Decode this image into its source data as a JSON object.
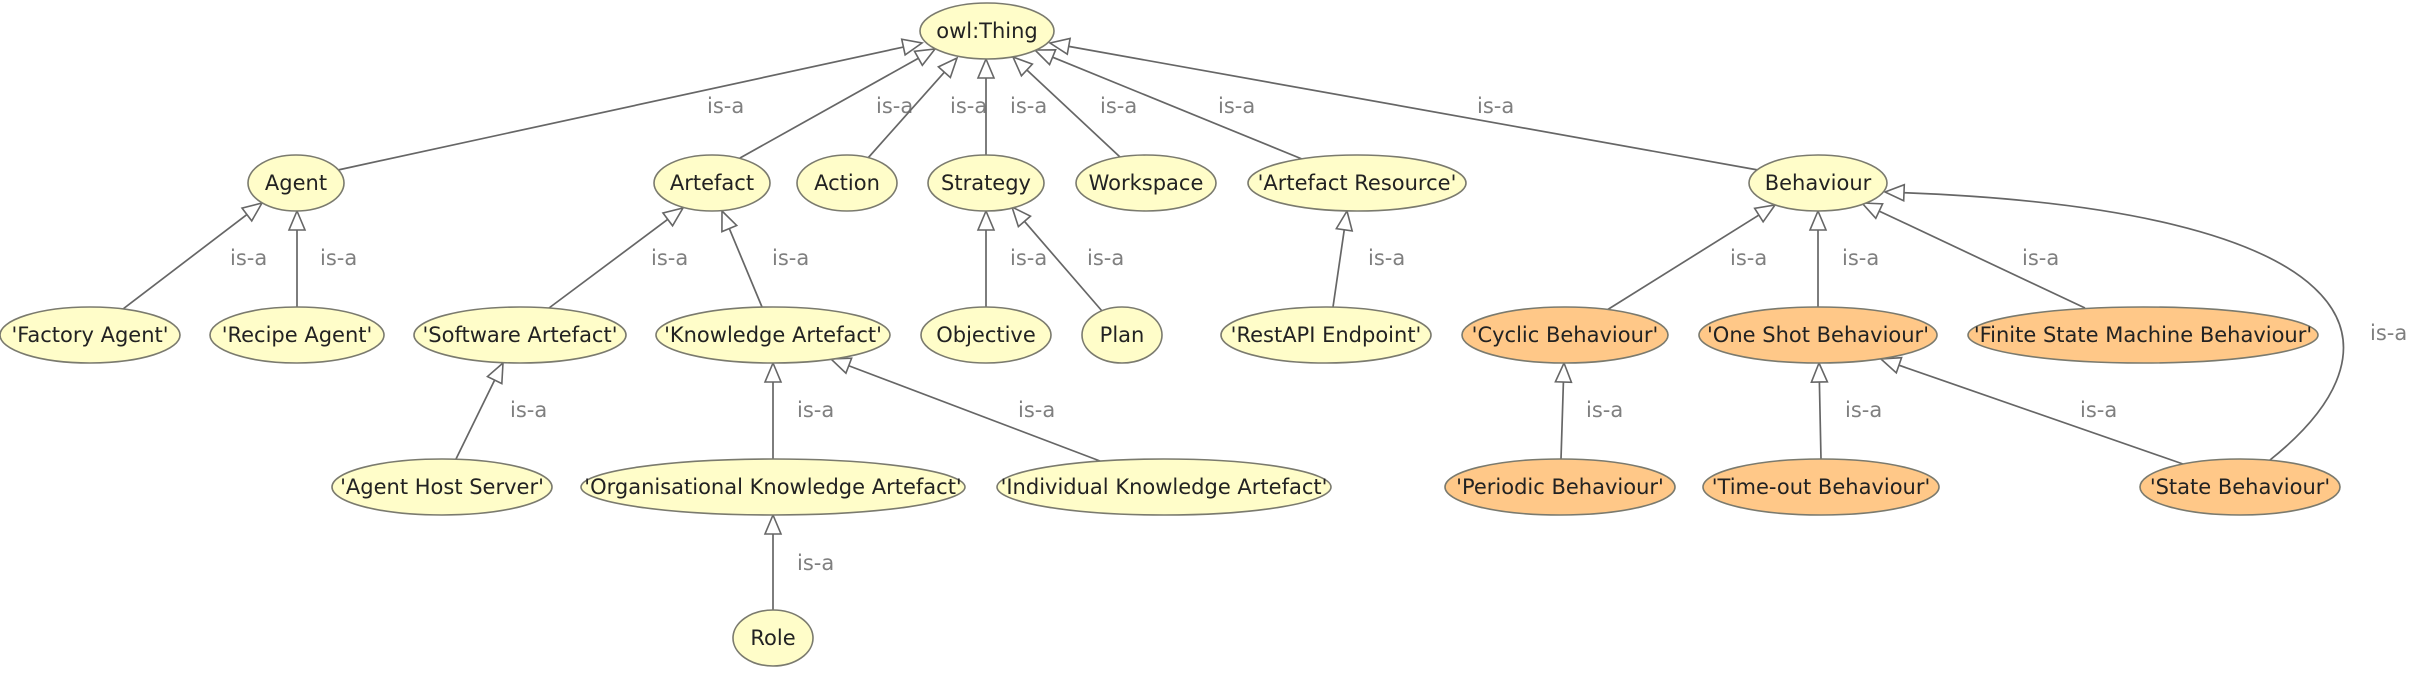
{
  "colors": {
    "class_fill": "#fffdc9",
    "behaviour_fill": "#ffc888",
    "stroke": "#7a7a6e",
    "edge": "#666666",
    "edge_label": "#7f7f7f",
    "arrowhead_fill": "#ffffff"
  },
  "edge_label_text": "is-a",
  "nodes": [
    {
      "id": "thing",
      "label": "owl:Thing",
      "kind": "class"
    },
    {
      "id": "agent",
      "label": "Agent",
      "kind": "class"
    },
    {
      "id": "artefact",
      "label": "Artefact",
      "kind": "class"
    },
    {
      "id": "action",
      "label": "Action",
      "kind": "class"
    },
    {
      "id": "strategy",
      "label": "Strategy",
      "kind": "class"
    },
    {
      "id": "workspace",
      "label": "Workspace",
      "kind": "class"
    },
    {
      "id": "artefact_resource",
      "label": "'Artefact Resource'",
      "kind": "class"
    },
    {
      "id": "behaviour",
      "label": "Behaviour",
      "kind": "class"
    },
    {
      "id": "factory_agent",
      "label": "'Factory Agent'",
      "kind": "class"
    },
    {
      "id": "recipe_agent",
      "label": "'Recipe Agent'",
      "kind": "class"
    },
    {
      "id": "software_artefact",
      "label": "'Software Artefact'",
      "kind": "class"
    },
    {
      "id": "knowledge_artefact",
      "label": "'Knowledge Artefact'",
      "kind": "class"
    },
    {
      "id": "objective",
      "label": "Objective",
      "kind": "class"
    },
    {
      "id": "plan",
      "label": "Plan",
      "kind": "class"
    },
    {
      "id": "restapi",
      "label": "'RestAPI Endpoint'",
      "kind": "class"
    },
    {
      "id": "cyclic",
      "label": "'Cyclic Behaviour'",
      "kind": "behaviour"
    },
    {
      "id": "oneshot",
      "label": "'One Shot Behaviour'",
      "kind": "behaviour"
    },
    {
      "id": "fsm",
      "label": "'Finite State Machine Behaviour'",
      "kind": "behaviour"
    },
    {
      "id": "agent_host",
      "label": "'Agent Host Server'",
      "kind": "class"
    },
    {
      "id": "org_knowledge",
      "label": "'Organisational Knowledge Artefact'",
      "kind": "class"
    },
    {
      "id": "ind_knowledge",
      "label": "'Individual Knowledge Artefact'",
      "kind": "class"
    },
    {
      "id": "periodic",
      "label": "'Periodic Behaviour'",
      "kind": "behaviour"
    },
    {
      "id": "timeout",
      "label": "'Time-out Behaviour'",
      "kind": "behaviour"
    },
    {
      "id": "state",
      "label": "'State Behaviour'",
      "kind": "behaviour"
    },
    {
      "id": "role",
      "label": "Role",
      "kind": "class"
    }
  ],
  "edges": [
    {
      "from": "agent",
      "to": "thing",
      "label": "is-a"
    },
    {
      "from": "artefact",
      "to": "thing",
      "label": "is-a"
    },
    {
      "from": "action",
      "to": "thing",
      "label": "is-a"
    },
    {
      "from": "strategy",
      "to": "thing",
      "label": "is-a"
    },
    {
      "from": "workspace",
      "to": "thing",
      "label": "is-a"
    },
    {
      "from": "artefact_resource",
      "to": "thing",
      "label": "is-a"
    },
    {
      "from": "behaviour",
      "to": "thing",
      "label": "is-a"
    },
    {
      "from": "factory_agent",
      "to": "agent",
      "label": "is-a"
    },
    {
      "from": "recipe_agent",
      "to": "agent",
      "label": "is-a"
    },
    {
      "from": "software_artefact",
      "to": "artefact",
      "label": "is-a"
    },
    {
      "from": "knowledge_artefact",
      "to": "artefact",
      "label": "is-a"
    },
    {
      "from": "objective",
      "to": "strategy",
      "label": "is-a"
    },
    {
      "from": "plan",
      "to": "strategy",
      "label": "is-a"
    },
    {
      "from": "restapi",
      "to": "artefact_resource",
      "label": "is-a"
    },
    {
      "from": "cyclic",
      "to": "behaviour",
      "label": "is-a"
    },
    {
      "from": "oneshot",
      "to": "behaviour",
      "label": "is-a"
    },
    {
      "from": "fsm",
      "to": "behaviour",
      "label": "is-a"
    },
    {
      "from": "state",
      "to": "behaviour",
      "label": "is-a"
    },
    {
      "from": "agent_host",
      "to": "software_artefact",
      "label": "is-a"
    },
    {
      "from": "org_knowledge",
      "to": "knowledge_artefact",
      "label": "is-a"
    },
    {
      "from": "ind_knowledge",
      "to": "knowledge_artefact",
      "label": "is-a"
    },
    {
      "from": "periodic",
      "to": "cyclic",
      "label": "is-a"
    },
    {
      "from": "timeout",
      "to": "oneshot",
      "label": "is-a"
    },
    {
      "from": "state",
      "to": "oneshot",
      "label": "is-a"
    },
    {
      "from": "role",
      "to": "org_knowledge",
      "label": "is-a"
    }
  ]
}
